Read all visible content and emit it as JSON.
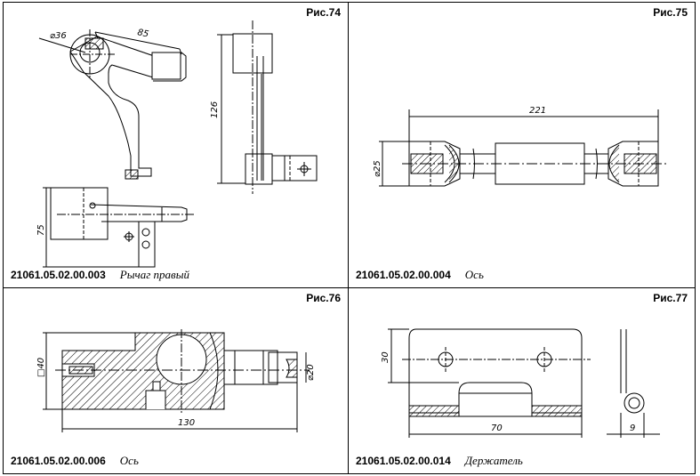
{
  "panels": [
    {
      "fig": "Рис.74",
      "code": "21061.05.02.00.003",
      "title": "Рычаг правый",
      "dims": {
        "d1": "⌀36",
        "d2": "85",
        "d3": "126",
        "d4": "75"
      }
    },
    {
      "fig": "Рис.75",
      "code": "21061.05.02.00.004",
      "title": "Ось",
      "dims": {
        "d1": "221",
        "d2": "⌀25"
      }
    },
    {
      "fig": "Рис.76",
      "code": "21061.05.02.00.006",
      "title": "Ось",
      "dims": {
        "d1": "□40",
        "d2": "⌀20",
        "d3": "130"
      }
    },
    {
      "fig": "Рис.77",
      "code": "21061.05.02.00.014",
      "title": "Держатель",
      "dims": {
        "d1": "30",
        "d2": "70",
        "d3": "9"
      }
    }
  ]
}
